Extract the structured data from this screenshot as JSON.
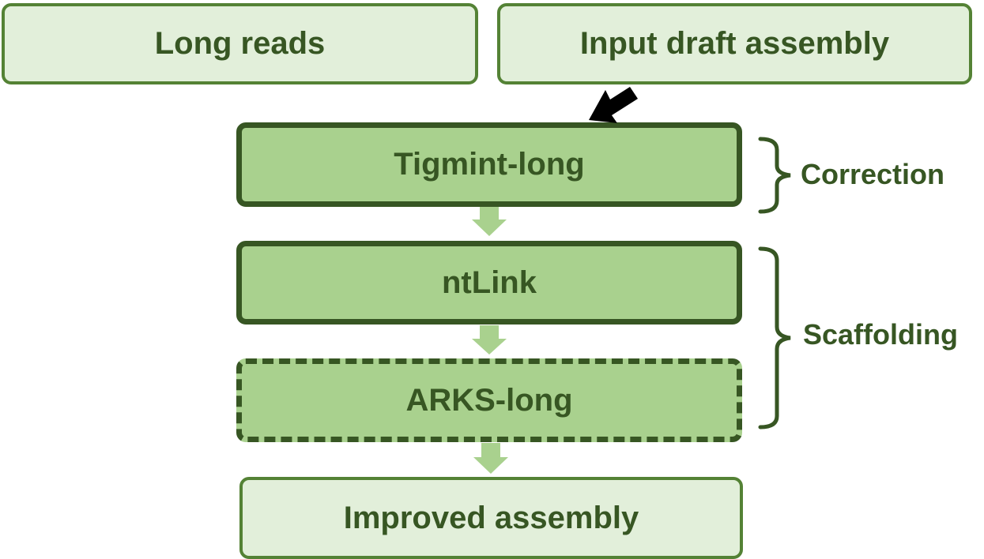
{
  "boxes": {
    "long_reads": "Long reads",
    "input_draft": "Input draft assembly",
    "tigmint": "Tigmint-long",
    "ntlink": "ntLink",
    "arks": "ARKS-long",
    "improved": "Improved assembly"
  },
  "stages": {
    "correction": "Correction",
    "scaffolding": "Scaffolding"
  },
  "colors": {
    "light_fill": "#e2efda",
    "mid_fill": "#a9d18e",
    "dark_green": "#375623",
    "arrow_light": "#a9d18e",
    "pointer_arrow": "#000000"
  }
}
